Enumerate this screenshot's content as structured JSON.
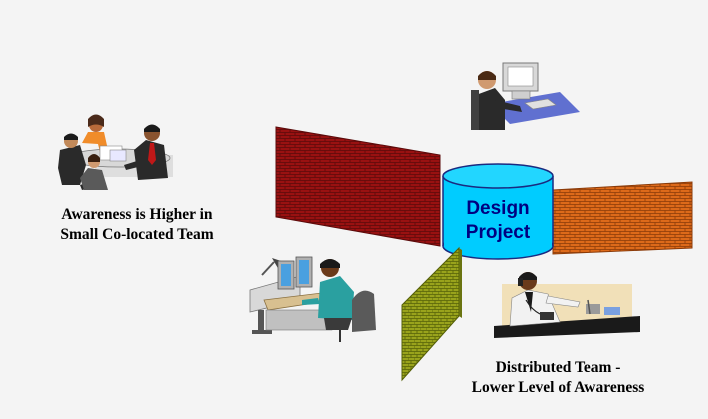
{
  "diagram": {
    "center": {
      "line1": "Design",
      "line2": "Project"
    },
    "captions": {
      "colocated": {
        "line1": "Awareness is Higher in",
        "line2": "Small Co-located Team"
      },
      "distributed": {
        "line1": "Distributed Team -",
        "line2": "Lower Level of Awareness"
      }
    },
    "colors": {
      "background": "#f4f4f4",
      "cylinder": "#00ccff",
      "cylinder_outline": "#1a2a80",
      "center_text": "#000080",
      "wall_red": "#991111",
      "wall_orange": "#dd6a1a",
      "wall_olive": "#99a31c"
    },
    "icons": [
      "team-meeting-clipart",
      "worker-at-computer-clipart",
      "designer-at-workstation-clipart",
      "person-on-phone-clipart"
    ]
  }
}
